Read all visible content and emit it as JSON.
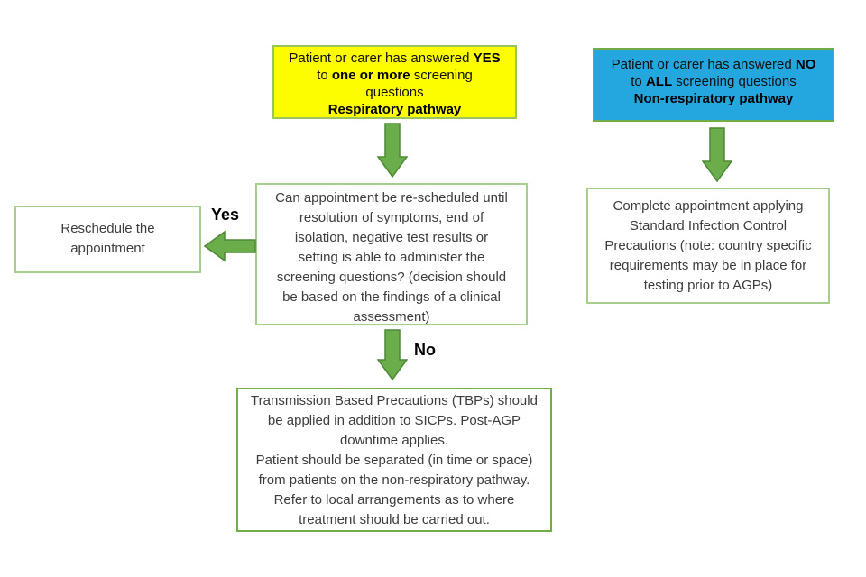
{
  "nodes": {
    "respiratory_header": {
      "l1a": "Patient or carer has answered ",
      "l1b": "YES",
      "l2a": "to ",
      "l2b": "one or more",
      "l2c": " screening",
      "l3": "questions",
      "l4": "Respiratory pathway"
    },
    "non_respiratory_header": {
      "l1a": "Patient or carer has answered ",
      "l1b": "NO",
      "l2a": "to ",
      "l2b": "ALL",
      "l2c": " screening questions",
      "l3": "Non-respiratory pathway"
    },
    "reschedule_question": {
      "text": "Can appointment be re-scheduled until\nresolution of symptoms, end of\nisolation, negative test results or\nsetting is able to administer the\nscreening questions? (decision should\nbe based on the findings of a clinical\nassessment)"
    },
    "reschedule_appointment": {
      "text": "Reschedule the\nappointment"
    },
    "complete_appointment": {
      "text": "Complete appointment applying\nStandard Infection Control\nPrecautions (note: country specific\nrequirements may be in place for\ntesting prior to AGPs)"
    },
    "tbp": {
      "text": "Transmission Based Precautions (TBPs) should\nbe applied in addition to SICPs. Post-AGP\ndowntime applies.\nPatient should be separated (in time or space)\nfrom patients on the non-respiratory pathway.\nRefer to local arrangements as to where\ntreatment should be carried out."
    }
  },
  "labels": {
    "yes": "Yes",
    "no": "No"
  },
  "colors": {
    "respiratory_fill": "#fdfd00",
    "non_respiratory_fill": "#24a7de",
    "arrow_fill": "#6bad4a",
    "arrow_stroke": "#4e8a35",
    "box_border_light": "#a6cf8d",
    "box_border_dark": "#70ad47",
    "header_border": "#9cc45e"
  }
}
